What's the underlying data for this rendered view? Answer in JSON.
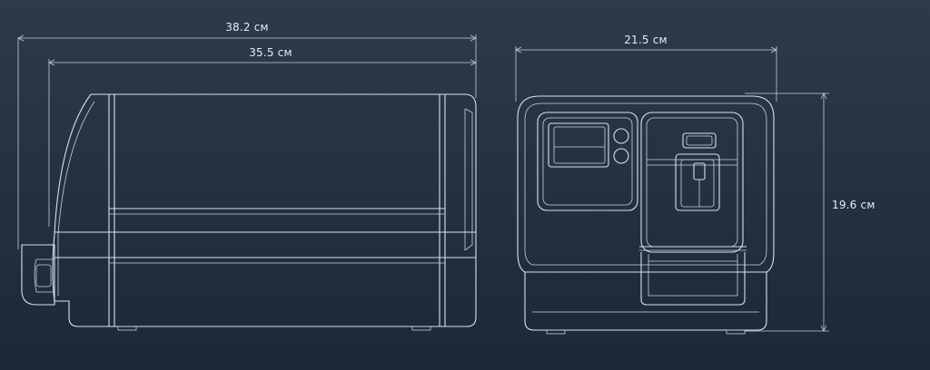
{
  "dimensions": {
    "overall_length": "38.2 см",
    "body_length": "35.5 см",
    "width": "21.5 см",
    "height": "19.6 см"
  },
  "colors": {
    "background_top": "#2c3a4c",
    "background_bottom": "#1c2836",
    "line": "#d9e1ea"
  }
}
